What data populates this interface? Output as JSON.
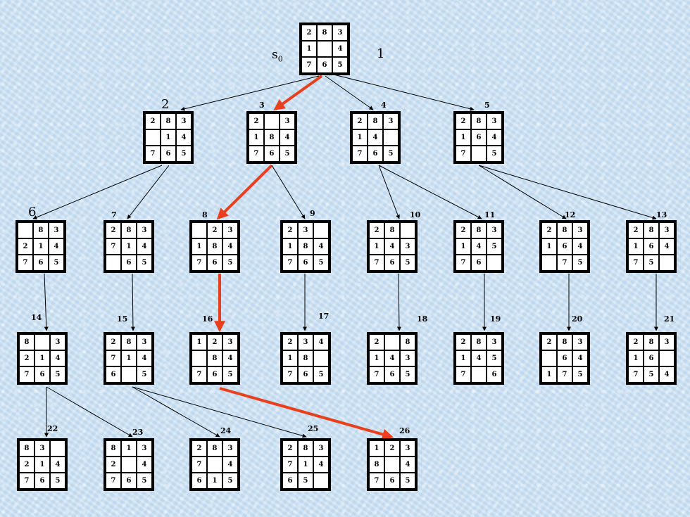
{
  "start_label": {
    "main": "s",
    "sub": "0"
  },
  "nodes": [
    {
      "id": "1",
      "board": [
        "2",
        "8",
        "3",
        "1",
        "",
        "4",
        "7",
        "6",
        "5"
      ]
    },
    {
      "id": "2",
      "board": [
        "2",
        "8",
        "3",
        "",
        "1",
        "4",
        "7",
        "6",
        "5"
      ]
    },
    {
      "id": "3",
      "board": [
        "2",
        "",
        "3",
        "1",
        "8",
        "4",
        "7",
        "6",
        "5"
      ]
    },
    {
      "id": "4",
      "board": [
        "2",
        "8",
        "3",
        "1",
        "4",
        "",
        "7",
        "6",
        "5"
      ]
    },
    {
      "id": "5",
      "board": [
        "2",
        "8",
        "3",
        "1",
        "6",
        "4",
        "7",
        "",
        "5"
      ]
    },
    {
      "id": "6",
      "board": [
        "",
        "8",
        "3",
        "2",
        "1",
        "4",
        "7",
        "6",
        "5"
      ]
    },
    {
      "id": "7",
      "board": [
        "2",
        "8",
        "3",
        "7",
        "1",
        "4",
        "",
        "6",
        "5"
      ]
    },
    {
      "id": "8",
      "board": [
        "",
        "2",
        "3",
        "1",
        "8",
        "4",
        "7",
        "6",
        "5"
      ]
    },
    {
      "id": "9",
      "board": [
        "2",
        "3",
        "",
        "1",
        "8",
        "4",
        "7",
        "6",
        "5"
      ]
    },
    {
      "id": "10",
      "board": [
        "2",
        "8",
        "",
        "1",
        "4",
        "3",
        "7",
        "6",
        "5"
      ]
    },
    {
      "id": "11",
      "board": [
        "2",
        "8",
        "3",
        "1",
        "4",
        "5",
        "7",
        "6",
        ""
      ]
    },
    {
      "id": "12",
      "board": [
        "2",
        "8",
        "3",
        "1",
        "6",
        "4",
        "",
        "7",
        "5"
      ]
    },
    {
      "id": "13",
      "board": [
        "2",
        "8",
        "3",
        "1",
        "6",
        "4",
        "7",
        "5",
        ""
      ]
    },
    {
      "id": "14",
      "board": [
        "8",
        "",
        "3",
        "2",
        "1",
        "4",
        "7",
        "6",
        "5"
      ]
    },
    {
      "id": "15",
      "board": [
        "2",
        "8",
        "3",
        "7",
        "1",
        "4",
        "6",
        "",
        "5"
      ]
    },
    {
      "id": "16",
      "board": [
        "1",
        "2",
        "3",
        "",
        "8",
        "4",
        "7",
        "6",
        "5"
      ]
    },
    {
      "id": "17",
      "board": [
        "2",
        "3",
        "4",
        "1",
        "8",
        "",
        "7",
        "6",
        "5"
      ]
    },
    {
      "id": "18",
      "board": [
        "2",
        "",
        "8",
        "1",
        "4",
        "3",
        "7",
        "6",
        "5"
      ]
    },
    {
      "id": "19",
      "board": [
        "2",
        "8",
        "3",
        "1",
        "4",
        "5",
        "7",
        "",
        "6"
      ]
    },
    {
      "id": "20",
      "board": [
        "2",
        "8",
        "3",
        "",
        "6",
        "4",
        "1",
        "7",
        "5"
      ]
    },
    {
      "id": "21",
      "board": [
        "2",
        "8",
        "3",
        "1",
        "6",
        "",
        "7",
        "5",
        "4"
      ]
    },
    {
      "id": "22",
      "board": [
        "8",
        "3",
        "",
        "2",
        "1",
        "4",
        "7",
        "6",
        "5"
      ]
    },
    {
      "id": "23",
      "board": [
        "8",
        "1",
        "3",
        "2",
        "",
        "4",
        "7",
        "6",
        "5"
      ]
    },
    {
      "id": "24",
      "board": [
        "2",
        "8",
        "3",
        "7",
        "",
        "4",
        "6",
        "1",
        "5"
      ]
    },
    {
      "id": "25",
      "board": [
        "2",
        "8",
        "3",
        "7",
        "1",
        "4",
        "6",
        "5",
        ""
      ]
    },
    {
      "id": "26",
      "board": [
        "1",
        "2",
        "3",
        "8",
        "",
        "4",
        "7",
        "6",
        "5"
      ]
    }
  ],
  "edges": [
    {
      "from": "1",
      "to": "2",
      "solution": false
    },
    {
      "from": "1",
      "to": "3",
      "solution": true
    },
    {
      "from": "1",
      "to": "4",
      "solution": false
    },
    {
      "from": "1",
      "to": "5",
      "solution": false
    },
    {
      "from": "2",
      "to": "6",
      "solution": false
    },
    {
      "from": "2",
      "to": "7",
      "solution": false
    },
    {
      "from": "3",
      "to": "8",
      "solution": true
    },
    {
      "from": "3",
      "to": "9",
      "solution": false
    },
    {
      "from": "4",
      "to": "10",
      "solution": false
    },
    {
      "from": "4",
      "to": "11",
      "solution": false
    },
    {
      "from": "5",
      "to": "12",
      "solution": false
    },
    {
      "from": "5",
      "to": "13",
      "solution": false
    },
    {
      "from": "6",
      "to": "14",
      "solution": false
    },
    {
      "from": "7",
      "to": "15",
      "solution": false
    },
    {
      "from": "8",
      "to": "16",
      "solution": true
    },
    {
      "from": "9",
      "to": "17",
      "solution": false
    },
    {
      "from": "10",
      "to": "18",
      "solution": false
    },
    {
      "from": "11",
      "to": "19",
      "solution": false
    },
    {
      "from": "12",
      "to": "20",
      "solution": false
    },
    {
      "from": "13",
      "to": "21",
      "solution": false
    },
    {
      "from": "14",
      "to": "22",
      "solution": false
    },
    {
      "from": "14",
      "to": "23",
      "solution": false
    },
    {
      "from": "15",
      "to": "24",
      "solution": false
    },
    {
      "from": "15",
      "to": "25",
      "solution": false
    },
    {
      "from": "16",
      "to": "26",
      "solution": true
    }
  ],
  "colors": {
    "solution_path": "#e8401c",
    "edge": "#000000"
  }
}
